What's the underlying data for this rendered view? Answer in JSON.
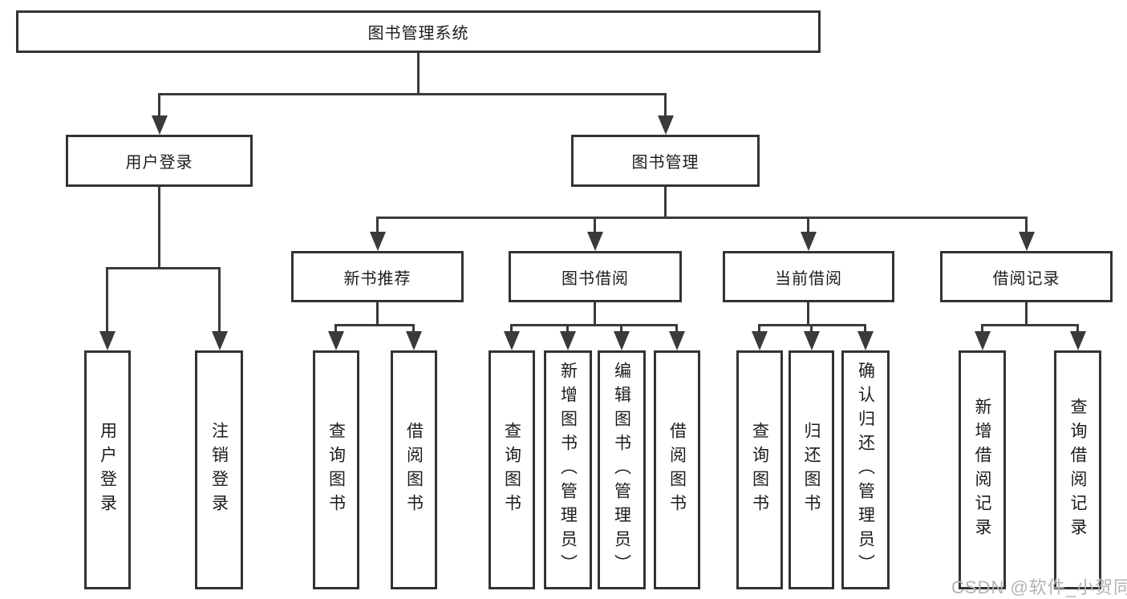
{
  "tree": {
    "root": {
      "label": "图书管理系统"
    },
    "branches": [
      {
        "label": "用户登录",
        "children": [
          {
            "label": "用户登录"
          },
          {
            "label": "注销登录"
          }
        ]
      },
      {
        "label": "图书管理",
        "children": [
          {
            "label": "新书推荐",
            "children": [
              {
                "label": "查询图书"
              },
              {
                "label": "借阅图书"
              }
            ]
          },
          {
            "label": "图书借阅",
            "children": [
              {
                "label": "查询图书"
              },
              {
                "label": "新增图书（管理员）"
              },
              {
                "label": "编辑图书（管理员）"
              },
              {
                "label": "借阅图书"
              }
            ]
          },
          {
            "label": "当前借阅",
            "children": [
              {
                "label": "查询图书"
              },
              {
                "label": "归还图书"
              },
              {
                "label": "确认归还（管理员）"
              }
            ]
          },
          {
            "label": "借阅记录",
            "children": [
              {
                "label": "新增借阅记录"
              },
              {
                "label": "查询借阅记录"
              }
            ]
          }
        ]
      }
    ]
  },
  "watermark": {
    "text": "CSDN @软件_小贺同学"
  },
  "colors": {
    "line": "#3a3a3a",
    "box_border": "#333333",
    "text": "#1c1c1c",
    "watermark": "#b3b3b3",
    "background": "#ffffff"
  }
}
